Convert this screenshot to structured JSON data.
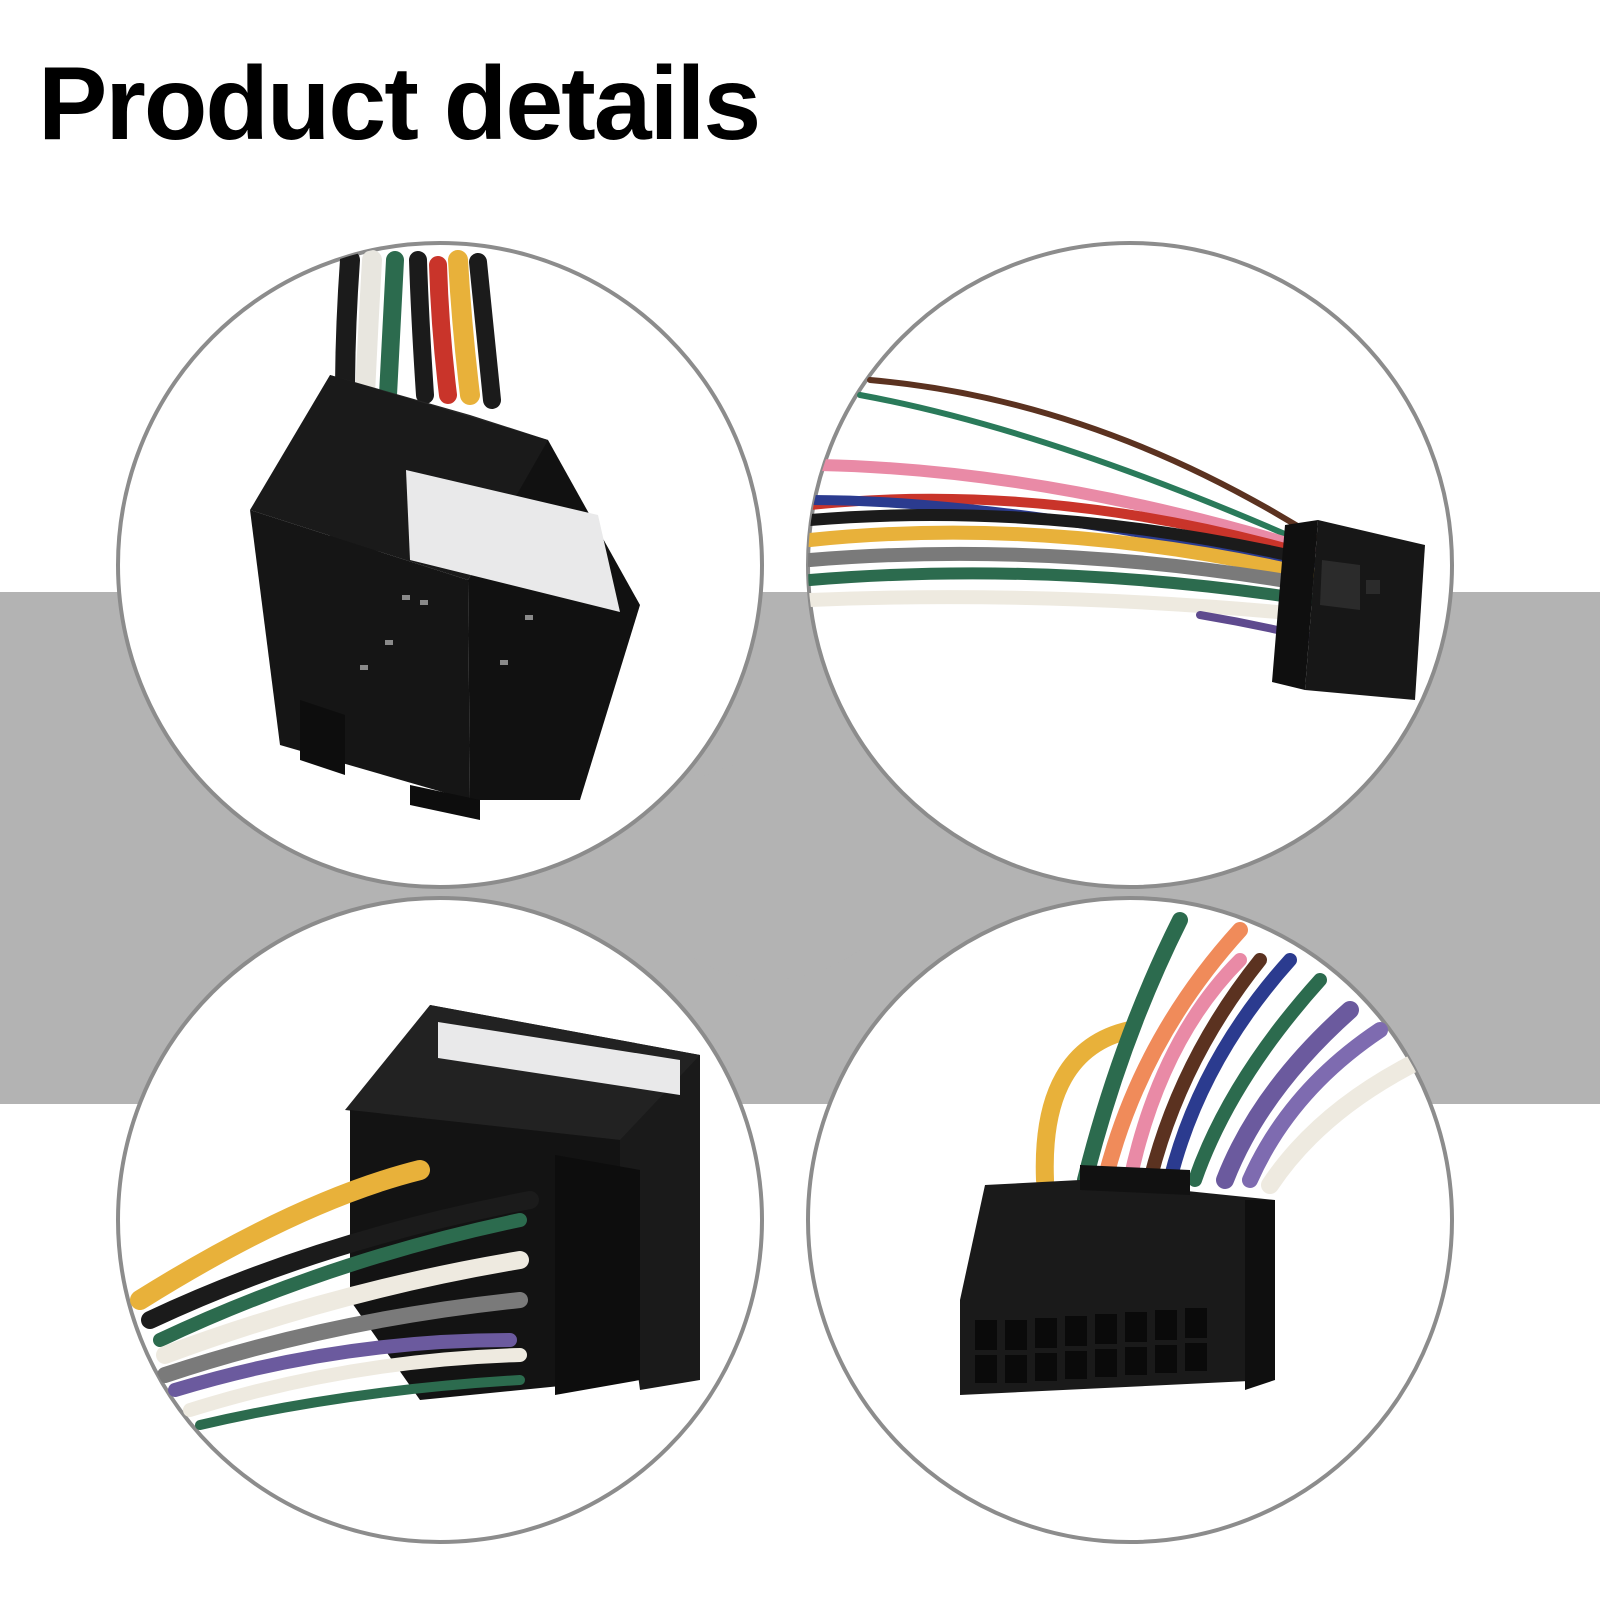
{
  "header": {
    "title": "Product details"
  },
  "colors": {
    "band": "#b3b3b3",
    "frame_stroke": "#8c8c8c",
    "connector_body": "#1a1a1a",
    "label_plate": "#e9e9ea"
  },
  "panels": [
    {
      "id": "top-left",
      "subject": "square-plug-connector-front"
    },
    {
      "id": "top-right",
      "subject": "wire-harness-side-connector"
    },
    {
      "id": "bottom-left",
      "subject": "square-plug-connector-rear"
    },
    {
      "id": "bottom-right",
      "subject": "sixteen-pin-connector-front"
    }
  ]
}
